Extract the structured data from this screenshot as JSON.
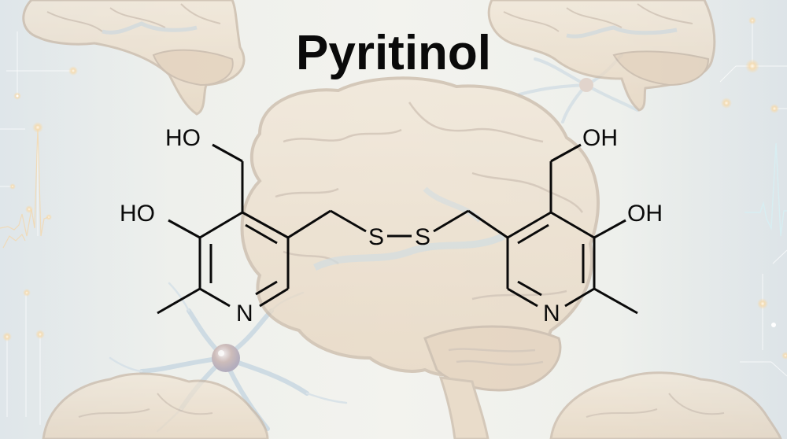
{
  "title": "Pyritinol",
  "molecule": {
    "name": "Pyritinol",
    "atoms": {
      "left_hydroxymethyl_oh": "HO",
      "left_ring_oh": "HO",
      "left_ring_n": "N",
      "sulfur_left": "S",
      "sulfur_right": "S",
      "right_hydroxymethyl_oh": "OH",
      "right_ring_oh": "OH",
      "right_ring_n": "N"
    }
  },
  "colors": {
    "ink": "#0a0a0a",
    "brain_fill": "#e8d9c4",
    "brain_outline": "#c9b8a6",
    "neuron": "#c7d6e0",
    "glow": "#f7d9a8"
  },
  "background": {
    "illustrations": [
      "brain-top-left",
      "brain-top-right",
      "brain-center",
      "brain-bottom-left",
      "brain-bottom-right",
      "neuron-left",
      "neuron-top-right",
      "heartbeat-left",
      "heartbeat-right",
      "circuit-lines"
    ]
  }
}
